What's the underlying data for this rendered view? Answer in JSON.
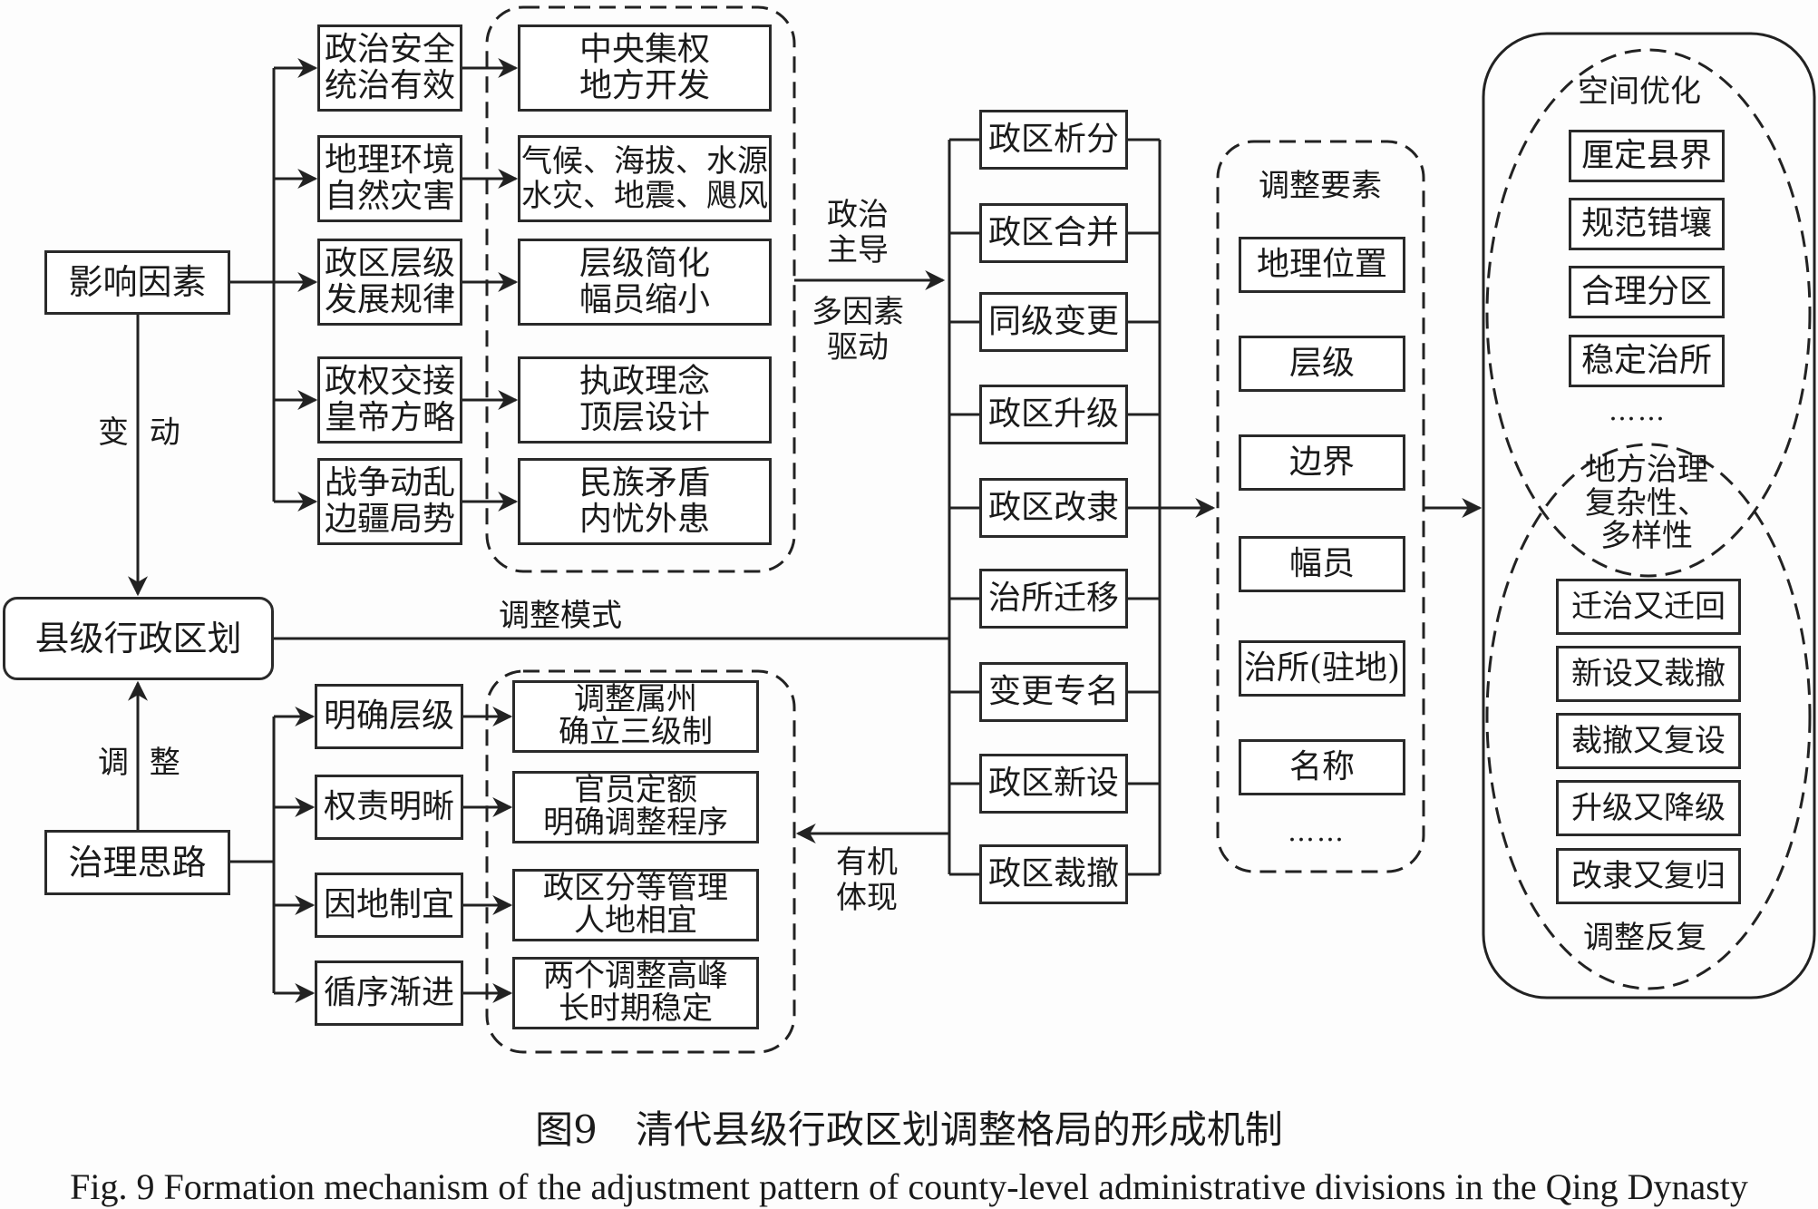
{
  "diagram": {
    "left": {
      "influence": "影响因素",
      "county": "县级行政区划",
      "governance": "治理思路",
      "change_label": "变 动",
      "adjust_label": "调 整",
      "pattern_label": "调整模式"
    },
    "factors": [
      {
        "lines": [
          "政治安全",
          "统治有效"
        ],
        "detail": [
          "中央集权",
          "地方开发"
        ]
      },
      {
        "lines": [
          "地理环境",
          "自然灾害"
        ],
        "detail": [
          "气候、海拔、水源",
          "水灾、地震、飓风"
        ]
      },
      {
        "lines": [
          "政区层级",
          "发展规律"
        ],
        "detail": [
          "层级简化",
          "幅员缩小"
        ]
      },
      {
        "lines": [
          "政权交接",
          "皇帝方略"
        ],
        "detail": [
          "执政理念",
          "顶层设计"
        ]
      },
      {
        "lines": [
          "战争动乱",
          "边疆局势"
        ],
        "detail": [
          "民族矛盾",
          "内忧外患"
        ]
      }
    ],
    "drive_label": {
      "top": [
        "政治",
        "主导"
      ],
      "bottom": [
        "多因素",
        "驱动"
      ]
    },
    "processes": [
      "政区析分",
      "政区合并",
      "同级变更",
      "政区升级",
      "政区改隶",
      "治所迁移",
      "变更专名",
      "政区新设",
      "政区裁撤"
    ],
    "organic_label": [
      "有机",
      "体现"
    ],
    "principles": [
      {
        "label": "明确层级",
        "detail": [
          "调整属州",
          "确立三级制"
        ]
      },
      {
        "label": "权责明晰",
        "detail": [
          "官员定额",
          "明确调整程序"
        ]
      },
      {
        "label": "因地制宜",
        "detail": [
          "政区分等管理",
          "人地相宜"
        ]
      },
      {
        "label": "循序渐进",
        "detail": [
          "两个调整高峰",
          "长时期稳定"
        ]
      }
    ],
    "elements": {
      "title": "调整要素",
      "items": [
        "地理位置",
        "层级",
        "边界",
        "幅员",
        "治所(驻地)",
        "名称"
      ],
      "ellipsis": "……"
    },
    "outcome": {
      "spatial_title": "空间优化",
      "spatial_items": [
        "厘定县界",
        "规范错壤",
        "合理分区",
        "稳定治所"
      ],
      "ellipsis": "……",
      "overlap_label": [
        "地方治理",
        "复杂性、",
        "多样性"
      ],
      "repeat_items": [
        "迁治又迁回",
        "新设又裁撤",
        "裁撤又复设",
        "升级又降级",
        "改隶又复归"
      ],
      "repeat_title": "调整反复"
    }
  },
  "caption": {
    "cn": "图9　清代县级行政区划调整格局的形成机制",
    "en": "Fig. 9   Formation mechanism of the adjustment pattern of county-level administrative divisions in the Qing Dynasty"
  }
}
